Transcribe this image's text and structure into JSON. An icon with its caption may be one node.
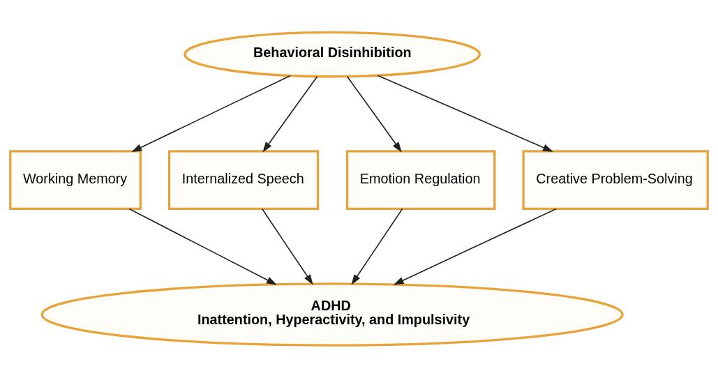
{
  "diagram": {
    "nodes": [
      {
        "text": [
          "Behavioral Disinhibition"
        ]
      },
      {
        "text": [
          "Working Memory"
        ]
      },
      {
        "text": [
          "Internalized Speech"
        ]
      },
      {
        "text": [
          "Emotion Regulation"
        ]
      },
      {
        "text": [
          "Creative Problem-Solving"
        ]
      },
      {
        "text": [
          "ADHD",
          "Inattention, Hyperactivity, and Impulsivity"
        ]
      }
    ],
    "edges": [
      {
        "from": 0,
        "to": 1,
        "arrow": "to"
      },
      {
        "from": 0,
        "to": 2,
        "arrow": "to"
      },
      {
        "from": 0,
        "to": 3,
        "arrow": "to"
      },
      {
        "from": 0,
        "to": 4,
        "arrow": "to"
      },
      {
        "from": 1,
        "to": 5,
        "arrow": "to"
      },
      {
        "from": 2,
        "to": 5,
        "arrow": "to"
      },
      {
        "from": 3,
        "to": 5,
        "arrow": "to"
      },
      {
        "from": 4,
        "to": 5,
        "arrow": "to"
      }
    ]
  }
}
